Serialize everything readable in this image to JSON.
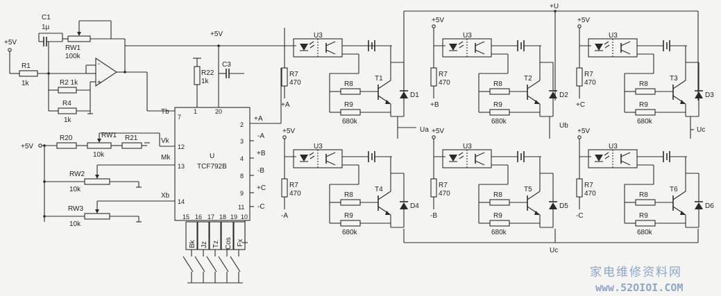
{
  "opamp": {
    "supply_left": "+5V",
    "c1": "C1",
    "c1_value": "1µ",
    "rw1": "RW1",
    "rw1_value": "100k",
    "r1": "R1",
    "r1_value": "1k",
    "r2": "R2 1k",
    "r4": "R4",
    "r4_value": "1k",
    "minus": "-",
    "plus": "+"
  },
  "ic": {
    "supply": "+5V",
    "name": "U",
    "part": "TCF792B",
    "r22": "R22",
    "r22_value": "1k",
    "c3": "C3",
    "pins_left": [
      {
        "num": "7",
        "label": "Tb"
      },
      {
        "num": "12",
        "label": "Vk"
      },
      {
        "num": "13",
        "label": "Mk"
      },
      {
        "num": "14",
        "label": "Xb"
      }
    ],
    "pins_top": [
      "1",
      "20"
    ],
    "pins_right": [
      {
        "num": "2",
        "label": "+A"
      },
      {
        "num": "3",
        "label": "-A"
      },
      {
        "num": "4",
        "label": "+B"
      },
      {
        "num": "8",
        "label": "-B"
      },
      {
        "num": "9",
        "label": "+C"
      },
      {
        "num": "11",
        "label": "-C"
      }
    ],
    "pins_bottom": [
      {
        "num": "15",
        "label": "Bk"
      },
      {
        "num": "16",
        "label": "Jz"
      },
      {
        "num": "17",
        "label": "Tz"
      },
      {
        "num": "18",
        "label": "Cos"
      },
      {
        "num": "19",
        "label": "Fx"
      },
      {
        "num": "10",
        "label": ""
      }
    ]
  },
  "controls": {
    "supply": "+5V",
    "r20": "R20",
    "rw1": "RW1",
    "rw1_value": "10k",
    "r21": "R21",
    "rw2": "RW2",
    "rw2_value": "10k",
    "rw3": "RW3",
    "rw3_value": "10k"
  },
  "bridge": {
    "top_rail": "+U",
    "bottom_rail": "Uc",
    "outputs": [
      "Ua",
      "Ub",
      "Uc"
    ],
    "cells": [
      {
        "opto": "U3",
        "supply": "",
        "r7": "R7",
        "r7_value": "470",
        "r8": "R8",
        "r9": "R9",
        "r9_value": "680k",
        "transistor": "T1",
        "diode": "D1",
        "input": "+A"
      },
      {
        "opto": "U3",
        "supply": "+5V",
        "r7": "R7",
        "r7_value": "470",
        "r8": "R8",
        "r9": "R9",
        "r9_value": "680k",
        "transistor": "T2",
        "diode": "D2",
        "input": "+B"
      },
      {
        "opto": "U3",
        "supply": "+5V",
        "r7": "R7",
        "r7_value": "470",
        "r8": "R8",
        "r9": "R9",
        "r9_value": "680k",
        "transistor": "T3",
        "diode": "D3",
        "input": "+C"
      },
      {
        "opto": "U3",
        "supply": "+5V",
        "r7": "R7",
        "r7_value": "470",
        "r8": "R8",
        "r9": "R9",
        "r9_value": "680k",
        "transistor": "T4",
        "diode": "D4",
        "input": "-A"
      },
      {
        "opto": "U3",
        "supply": "+5V",
        "r7": "R7",
        "r7_value": "470",
        "r8": "R8",
        "r9": "R9",
        "r9_value": "680k",
        "transistor": "T5",
        "diode": "D5",
        "input": "-B"
      },
      {
        "opto": "U3",
        "supply": "+5V",
        "r7": "R7",
        "r7_value": "470",
        "r8": "R8",
        "r9": "R9",
        "r9_value": "680k",
        "transistor": "T6",
        "diode": "D6",
        "input": "-C"
      }
    ],
    "top_supply_label": "+5V"
  },
  "watermark": {
    "cn": "家电维修资料网",
    "url": "www.52OIOI.COM"
  }
}
